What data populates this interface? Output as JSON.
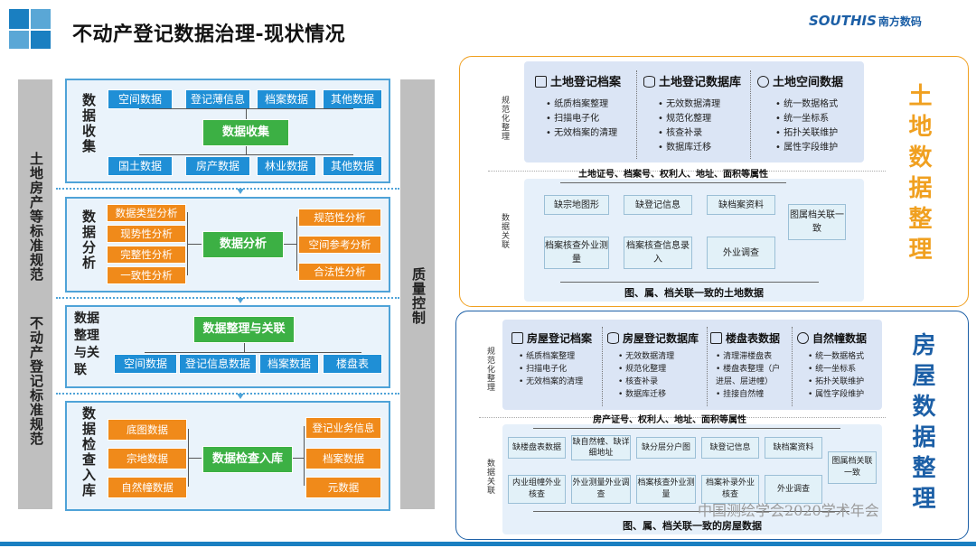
{
  "header": {
    "title": "不动产登记数据治理-现状情况",
    "logo_text": "SOUTHIS",
    "logo_cn": "南方数码"
  },
  "left": {
    "col_left_top": "土地房产等标准规范",
    "col_left_bottom": "不动产登记标准规范",
    "col_right": "质量控制",
    "p1": {
      "title": "数据收集",
      "top": [
        "空间数据",
        "登记薄信息",
        "档案数据",
        "其他数据"
      ],
      "center": "数据收集",
      "bottom": [
        "国土数据",
        "房产数据",
        "林业数据",
        "其他数据"
      ]
    },
    "p2": {
      "title": "数据分析",
      "left": [
        "数据类型分析",
        "现势性分析",
        "完整性分析",
        "一致性分析"
      ],
      "center": "数据分析",
      "right": [
        "规范性分析",
        "空间参考分析",
        "合法性分析"
      ]
    },
    "p3": {
      "title": "数据整理与关联",
      "center": "数据整理与关联",
      "bottom": [
        "空间数据",
        "登记信息数据",
        "档案数据",
        "楼盘表"
      ]
    },
    "p4": {
      "title": "数据检查入库",
      "left": [
        "底图数据",
        "宗地数据",
        "自然幢数据"
      ],
      "center": "数据检查入库",
      "right": [
        "登记业务信息",
        "档案数据",
        "元数据"
      ]
    }
  },
  "land": {
    "big_label": "土地数据整理",
    "side_top": "规范化整理",
    "side_bottom": "数据关联",
    "cols": [
      {
        "title": "土地登记档案",
        "items": [
          "纸质档案整理",
          "扫描电子化",
          "无效档案的清理"
        ]
      },
      {
        "title": "土地登记数据库",
        "items": [
          "无效数据清理",
          "规范化整理",
          "核查补录",
          "数据库迁移"
        ]
      },
      {
        "title": "土地空间数据",
        "items": [
          "统一数据格式",
          "统一坐标系",
          "拓扑关联维护",
          "属性字段维护"
        ]
      }
    ],
    "attr_line": "土地证号、档案号、权利人、地址、面积等属性",
    "row1": [
      "缺宗地图形",
      "缺登记信息",
      "缺档案资料",
      "图属档关联一致"
    ],
    "row2": [
      "档案核查外业测量",
      "档案核查信息录入",
      "外业调查"
    ],
    "footer": "图、属、档关联一致的土地数据"
  },
  "house": {
    "big_label": "房屋数据整理",
    "side_top": "规范化整理",
    "side_bottom": "数据关联",
    "cols": [
      {
        "title": "房屋登记档案",
        "items": [
          "纸质档案整理",
          "扫描电子化",
          "无效档案的清理"
        ]
      },
      {
        "title": "房屋登记数据库",
        "items": [
          "无效数据清理",
          "规范化整理",
          "核查补录",
          "数据库迁移"
        ]
      },
      {
        "title": "楼盘表数据",
        "items": [
          "清理滞楼盘表",
          "楼盘表整理（户 进层、层进幢）",
          "挂接自然幢"
        ]
      },
      {
        "title": "自然幢数据",
        "items": [
          "统一数据格式",
          "统一坐标系",
          "拓扑关联维护",
          "属性字段维护"
        ]
      }
    ],
    "attr_line": "房产证号、权利人、地址、面积等属性",
    "row1": [
      "缺楼盘表数据",
      "缺自然幢、缺详细地址",
      "缺分层分户图",
      "缺登记信息",
      "缺档案资料",
      "图属档关联一致"
    ],
    "row2": [
      "内业组幢外业核查",
      "外业测量外业调查",
      "档案核查外业测量",
      "档案补录外业核查",
      "外业调查"
    ],
    "footer": "图、属、档关联一致的房屋数据"
  },
  "watermark": "中国测绘学会2020学术年会",
  "colors": {
    "accent": "#1a7fc1",
    "green": "#3cb044",
    "orange": "#f08a1a",
    "land_orange": "#f0a020",
    "house_blue": "#1c5fa6"
  }
}
